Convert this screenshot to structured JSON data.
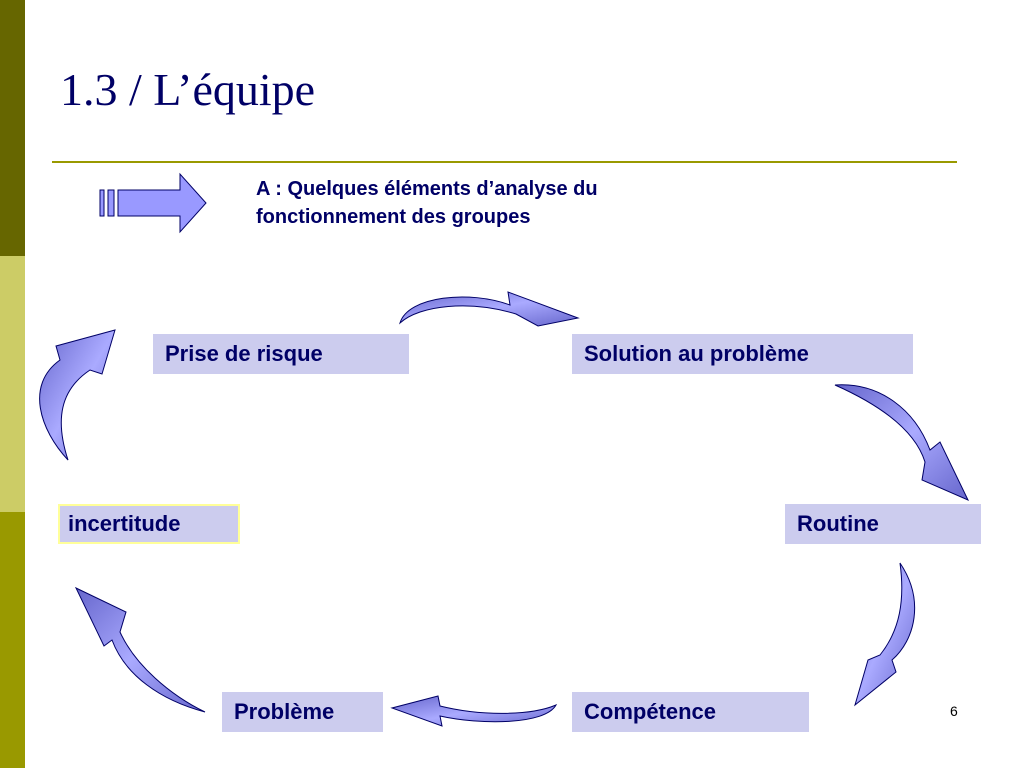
{
  "slide": {
    "title": "1.3 / L’équipe",
    "subtitle": "A : Quelques éléments d’analyse du fonctionnement des groupes",
    "page_number": "6",
    "theme_colors": {
      "band_dark": "#666600",
      "band_light": "#cccc66",
      "band_mid": "#999900",
      "text": "#000066",
      "box_fill": "#ccccee",
      "arrow_fill": "#9999ff"
    }
  },
  "cycle": {
    "prise_de_risque": "Prise de risque",
    "solution": "Solution au problème",
    "routine": "Routine",
    "competence": "Compétence",
    "probleme": "Problème",
    "incertitude": "incertitude"
  },
  "icons": {
    "pointer": "striped-right-arrow-icon",
    "cycle_arrows": "curved-arrow-icon"
  }
}
